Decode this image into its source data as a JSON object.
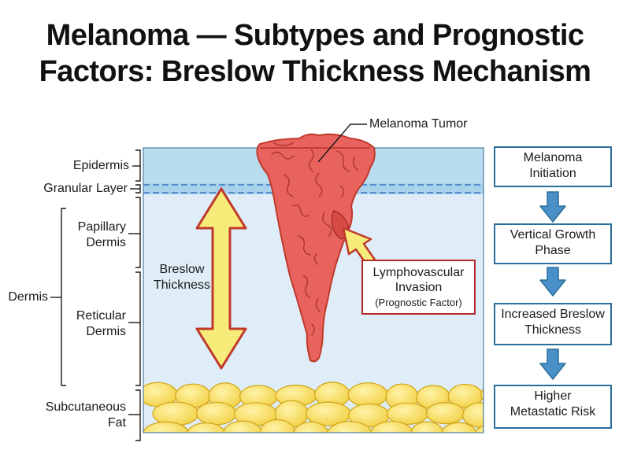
{
  "title": {
    "line1": "Melanoma — Subtypes and Prognostic",
    "line2": "Factors: Breslow Thickness Mechanism"
  },
  "tumor_label": "Melanoma Tumor",
  "layers": {
    "epidermis": "Epidermis",
    "granular": "Granular Layer",
    "papillary_1": "Papillary",
    "papillary_2": "Dermis",
    "dermis": "Dermis",
    "reticular_1": "Reticular",
    "reticular_2": "Dermis",
    "subcutaneous_1": "Subcutaneous",
    "subcutaneous_2": "Fat"
  },
  "breslow": {
    "line1": "Breslow",
    "line2": "Thickness"
  },
  "callout": {
    "line1": "Lymphovascular",
    "line2": "Invasion",
    "line3": "(Prognostic Factor)"
  },
  "flow": [
    {
      "line1": "Melanoma",
      "line2": "Initiation"
    },
    {
      "line1": "Vertical Growth",
      "line2": "Phase"
    },
    {
      "line1": "Increased Breslow",
      "line2": "Thickness"
    },
    {
      "line1": "Higher",
      "line2": "Metastatic Risk"
    }
  ],
  "colors": {
    "epidermis": "#b9dcef",
    "dermis": "#deedf8",
    "fat": "#f6df5c",
    "tumor": "#e8635e",
    "arrow": "#f7ec7a",
    "arrow_outline": "#c0392b",
    "flow_border": "#2a6f9a",
    "flow_arrow": "#4a90c8"
  }
}
